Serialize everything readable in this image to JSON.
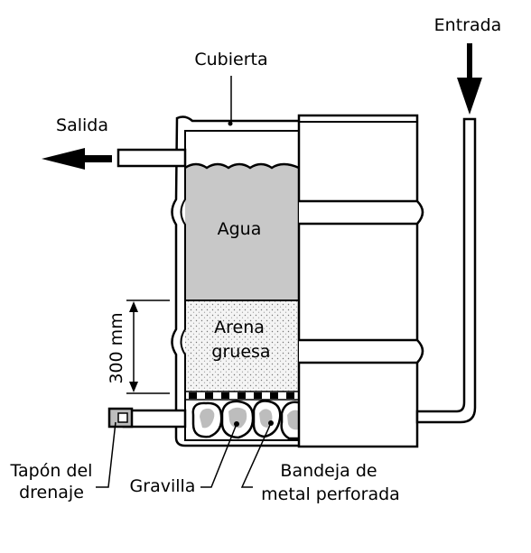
{
  "labels": {
    "inlet": "Entrada",
    "cover": "Cubierta",
    "outlet": "Salida",
    "water": "Agua",
    "sand_line1": "Arena",
    "sand_line2": "gruesa",
    "dimension": "300 mm",
    "drain_plug_line1": "Tapón del",
    "drain_plug_line2": "drenaje",
    "gravel": "Gravilla",
    "tray_line1": "Bandeja de",
    "tray_line2": "metal perforada"
  },
  "colors": {
    "water": "#c8c8c8",
    "sand": "#f2f2f2",
    "gravel": "#c0c0c0",
    "outline": "#000000"
  },
  "icons": {
    "inlet_arrow": "arrow-down-icon",
    "outlet_arrow": "arrow-left-icon"
  }
}
